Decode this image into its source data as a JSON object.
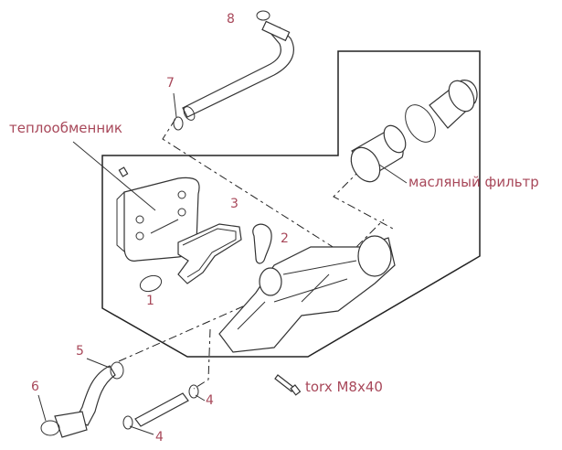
{
  "labels": {
    "heat_exchanger": "теплообменник",
    "oil_filter": "масляный фильтр",
    "bolt": "torx M8x40",
    "n1": "1",
    "n2": "2",
    "n3": "3",
    "n4a": "4",
    "n4b": "4",
    "n5": "5",
    "n6": "6",
    "n7": "7",
    "n8": "8"
  },
  "colors": {
    "label": "#a8485a",
    "line": "#222222"
  }
}
